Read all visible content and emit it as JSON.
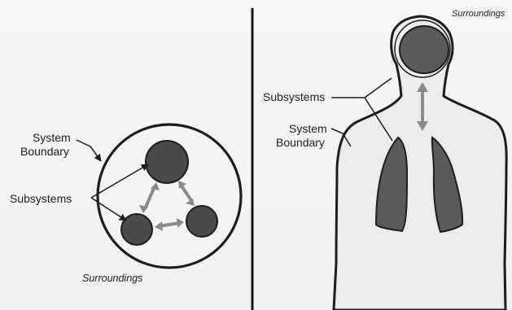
{
  "left_panel": {
    "system_label": "System",
    "boundary_label": "Boundary",
    "subsystems_label": "Subsystems",
    "surroundings_label": "Surroundings"
  },
  "right_panel": {
    "surroundings_label": "Surroundings",
    "subsystems_label": "Subsystems",
    "system_label": "System",
    "boundary_label": "Boundary"
  },
  "colors": {
    "subsystem_fill": "#4a4a4a",
    "boundary_fill": "#f4f4f4",
    "body_fill": "#ececec",
    "arrow": "#8a8a8a",
    "line": "#1d1d1d"
  }
}
